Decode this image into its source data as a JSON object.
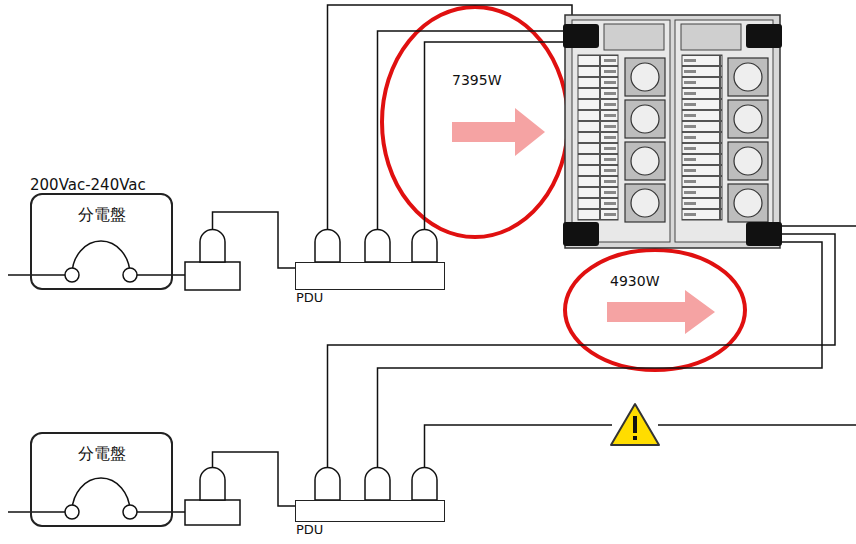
{
  "diagram": {
    "nodes": [
      {
        "text": [
          "分電盤"
        ]
      },
      {
        "text": [
          "PDU"
        ]
      },
      {
        "text": [
          "分電盤"
        ]
      },
      {
        "text": [
          "PDU"
        ]
      }
    ],
    "labels": [
      "200Vac-240Vac",
      "7395W",
      "4930W"
    ]
  }
}
